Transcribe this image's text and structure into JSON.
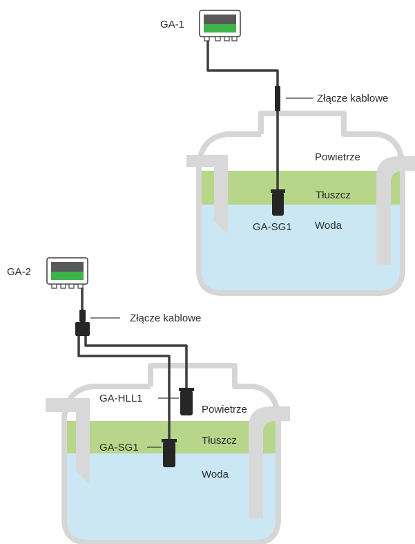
{
  "systems": [
    {
      "controller": "GA-1",
      "connector_label": "Złącze kablowe",
      "sensors": [
        "GA-SG1"
      ],
      "layers": {
        "air": "Powietrze",
        "grease": "Tłuszcz",
        "water": "Woda"
      }
    },
    {
      "controller": "GA-2",
      "connector_label": "Złącze kablowe",
      "sensors": [
        "GA-HLL1",
        "GA-SG1"
      ],
      "layers": {
        "air": "Powietrze",
        "grease": "Tłuszcz",
        "water": "Woda"
      }
    }
  ],
  "colors": {
    "tank_outline": "#d6d6d6",
    "pipe": "#d8d8d8",
    "grease": "#b7d68a",
    "water": "#cce7f4",
    "cable": "#3d3d3d",
    "sensor": "#262626",
    "display_top": "#595959",
    "display_bottom": "#3db34a",
    "label": "#2b2b2b"
  }
}
